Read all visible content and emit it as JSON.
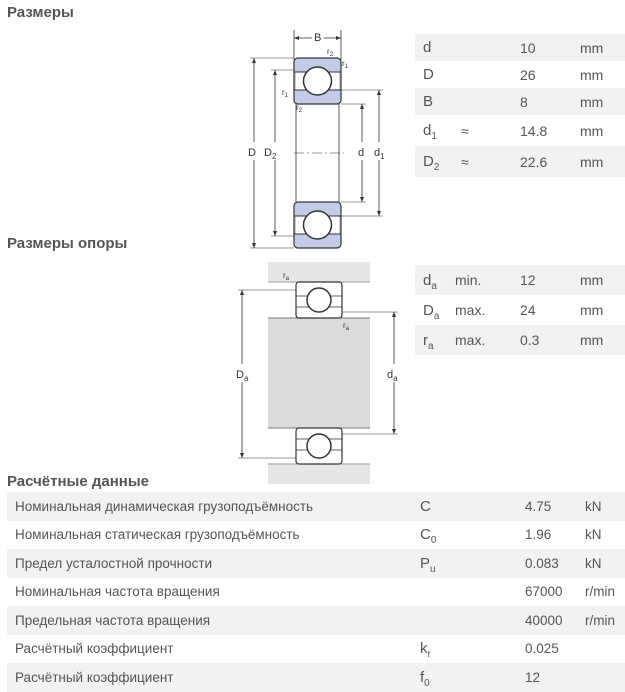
{
  "sections": {
    "dimensions": "Размеры",
    "abutment": "Размеры опоры",
    "calc": "Расчётные данные"
  },
  "diagram_labels": {
    "B": "B",
    "D": "D",
    "D2": "D",
    "D2_sub": "2",
    "d": "d",
    "d1": "d",
    "d1_sub": "1",
    "r": "r",
    "one": "1",
    "two": "2",
    "Da": "D",
    "da": "d",
    "a": "a"
  },
  "dimensions": [
    {
      "sym": "d",
      "sub": "",
      "approx": "",
      "value": "10",
      "unit": "mm"
    },
    {
      "sym": "D",
      "sub": "",
      "approx": "",
      "value": "26",
      "unit": "mm"
    },
    {
      "sym": "B",
      "sub": "",
      "approx": "",
      "value": "8",
      "unit": "mm"
    },
    {
      "sym": "d",
      "sub": "1",
      "approx": "≈",
      "value": "14.8",
      "unit": "mm"
    },
    {
      "sym": "D",
      "sub": "2",
      "approx": "≈",
      "value": "22.6",
      "unit": "mm"
    }
  ],
  "abutment": [
    {
      "sym": "d",
      "sub": "a",
      "limit": "min.",
      "value": "12",
      "unit": "mm"
    },
    {
      "sym": "D",
      "sub": "a",
      "limit": "max.",
      "value": "24",
      "unit": "mm"
    },
    {
      "sym": "r",
      "sub": "a",
      "limit": "max.",
      "value": "0.3",
      "unit": "mm"
    }
  ],
  "calc": [
    {
      "name": "Номинальная динамическая грузоподъёмность",
      "sym": "C",
      "sub": "",
      "value": "4.75",
      "unit": "kN"
    },
    {
      "name": "Номинальная статическая грузоподъёмность",
      "sym": "C",
      "sub": "0",
      "value": "1.96",
      "unit": "kN"
    },
    {
      "name": "Предел усталостной прочности",
      "sym": "P",
      "sub": "u",
      "value": "0.083",
      "unit": "kN"
    },
    {
      "name": "Номинальная частота вращения",
      "sym": "",
      "sub": "",
      "value": "67000",
      "unit": "r/min"
    },
    {
      "name": "Предельная частота вращения",
      "sym": "",
      "sub": "",
      "value": "40000",
      "unit": "r/min"
    },
    {
      "name": "Расчётный коэффициент",
      "sym": "k",
      "sub": "r",
      "value": "0.025",
      "unit": ""
    },
    {
      "name": "Расчётный коэффициент",
      "sym": "f",
      "sub": "0",
      "value": "12",
      "unit": ""
    }
  ]
}
